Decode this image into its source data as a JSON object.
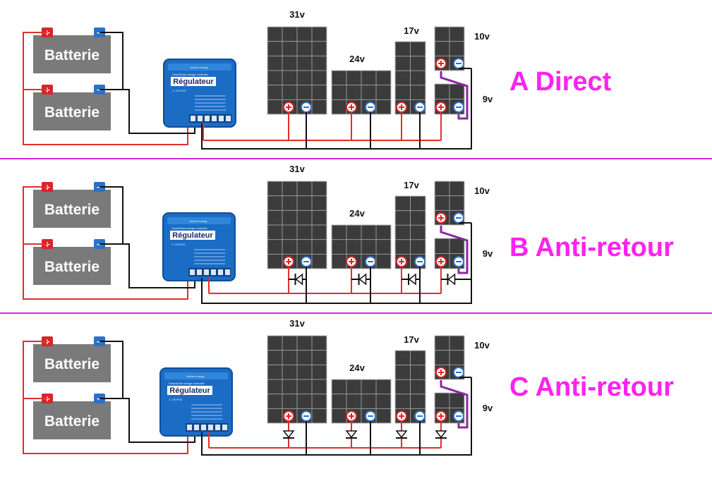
{
  "colors": {
    "title": "#ff22ee",
    "divider": "#d828d8",
    "wire_pos": "#e0302a",
    "wire_neg": "#111111",
    "jumper": "#8a2aa0",
    "battery": "#7a7a7a",
    "panel": "#3b3b3b",
    "regulator": "#1b6cc4"
  },
  "battery_label": "Batterie",
  "regulator": {
    "brand": "victron energy",
    "subtitle": "SmartSolar charge controller",
    "name": "Régulateur",
    "marks": "⚠ C€ IP43"
  },
  "terminal_signs": {
    "positive": "+",
    "negative": "−"
  },
  "panel_voltages": [
    "31v",
    "24v",
    "17v",
    "10v",
    "9v"
  ],
  "sections": [
    {
      "title": "A Direct",
      "diodes": "none"
    },
    {
      "title": "B Anti-retour",
      "diodes": "series-on-negative"
    },
    {
      "title": "C Anti-retour",
      "diodes": "on-positive-lines"
    }
  ]
}
